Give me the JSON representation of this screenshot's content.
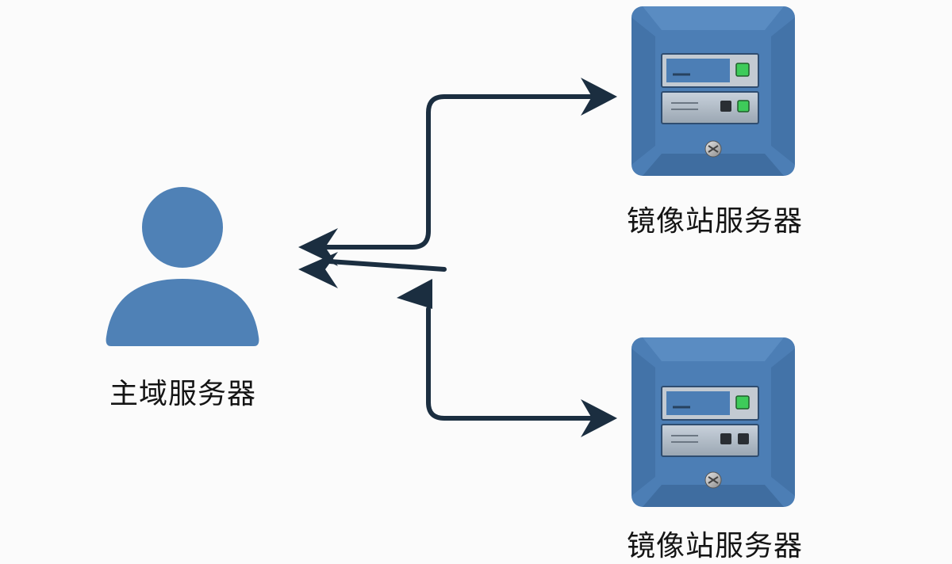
{
  "nodes": {
    "primary": {
      "label": "主域服务器",
      "icon": "user-icon"
    },
    "mirror_1": {
      "label": "镜像站服务器",
      "icon": "server-icon",
      "leds": [
        "green",
        "dark",
        "green"
      ]
    },
    "mirror_2": {
      "label": "镜像站服务器",
      "icon": "server-icon",
      "leds": [
        "green",
        "dark",
        "dark"
      ]
    }
  },
  "edges": [
    {
      "from": "primary",
      "to": "mirror_1"
    },
    {
      "from": "primary",
      "to": "mirror_2"
    }
  ],
  "colors": {
    "node_fill": "#4f81b6",
    "server_fill": "#4c7eb5",
    "arrow": "#1b2e40",
    "led_green": "#3ecb5a",
    "led_dark": "#2a2e33",
    "background": "#fbfbfb"
  }
}
